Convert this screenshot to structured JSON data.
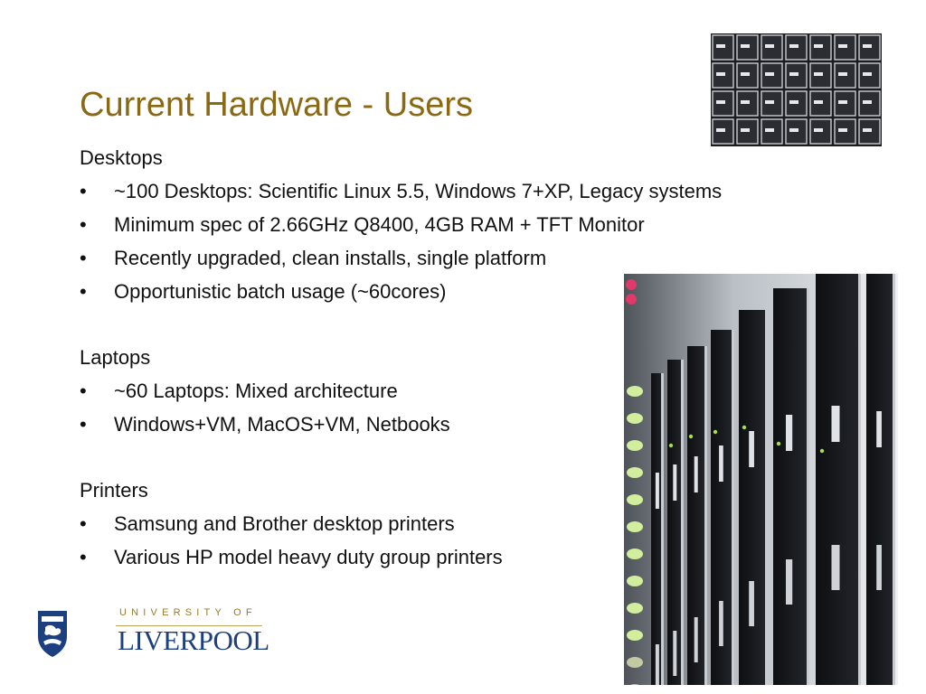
{
  "slide": {
    "title": "Current Hardware - Users",
    "sections": [
      {
        "heading": "Desktops",
        "bullets": [
          "~100 Desktops: Scientific Linux 5.5, Windows 7+XP, Legacy systems",
          "Minimum spec of 2.66GHz Q8400, 4GB RAM + TFT Monitor",
          "Recently upgraded, clean installs, single platform",
          "Opportunistic batch usage (~60cores)"
        ]
      },
      {
        "heading": "Laptops",
        "bullets": [
          "~60 Laptops: Mixed architecture",
          "Windows+VM, MacOS+VM, Netbooks"
        ]
      },
      {
        "heading": "Printers",
        "bullets": [
          "Samsung and Brother desktop printers",
          "Various HP model heavy duty group printers"
        ]
      }
    ]
  },
  "bullet_glyph": "•",
  "logo": {
    "line1": "UNIVERSITY OF",
    "line2": "LIVERPOOL"
  },
  "colors": {
    "title": "#8b6914",
    "body_text": "#111111",
    "logo_blue": "#1c3f80",
    "logo_gold": "#9a7a2a"
  },
  "images": {
    "top_right": "server-front-panels-photo",
    "right_side": "server-rack-photo"
  }
}
